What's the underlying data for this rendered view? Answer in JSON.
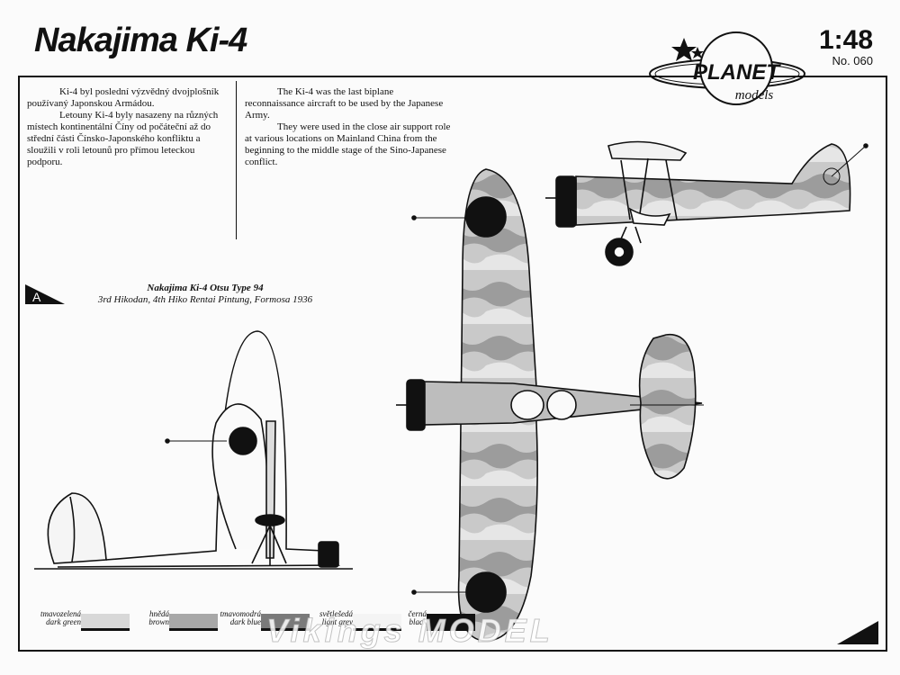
{
  "header": {
    "title": "Nakajima Ki-4",
    "scale": "1:48",
    "kit_number": "No. 060",
    "logo_text": "PLANET",
    "logo_subtext": "models"
  },
  "intro": {
    "czech": [
      "Ki-4 byl poslední výzvědný dvojplošník používaný Japonskou Armádou.",
      "Letouny Ki-4 byly nasazeny na různých místech kontinentální Číny od počáteční až do střední části Čínsko-Japonského konfliktu a sloužili v roli letounů pro přímou leteckou podporu."
    ],
    "english": [
      "The Ki-4 was the last biplane reconnaissance aircraft to be used by the Japanese Army.",
      "They were used in the close air support role at various locations on Mainland China from the beginning to the middle stage of the Sino-Japanese conflict."
    ]
  },
  "scheme": {
    "marker": "A",
    "name": "Nakajima Ki-4 Otsu Type 94",
    "unit": "3rd Hikodan, 4th Hiko Rentai Pintung, Formosa 1936"
  },
  "legend": [
    {
      "cz": "tmavozelená",
      "en": "dark green",
      "color": "#d8d8d8"
    },
    {
      "cz": "hnědá",
      "en": "brown",
      "color": "#a8a8a8"
    },
    {
      "cz": "tmavomodrá",
      "en": "dark blue",
      "color": "#7a7a7a"
    },
    {
      "cz": "světlešedá",
      "en": "light grey",
      "color": "#f4f4f4"
    },
    {
      "cz": "černá",
      "en": "black",
      "color": "#111111"
    }
  ],
  "watermark": "Vikings MODEL",
  "colors": {
    "ink": "#111111",
    "camo_light": "#d0d0d0",
    "camo_mid": "#a6a6a6",
    "camo_dark": "#808080",
    "hinomaru": "#111111"
  }
}
